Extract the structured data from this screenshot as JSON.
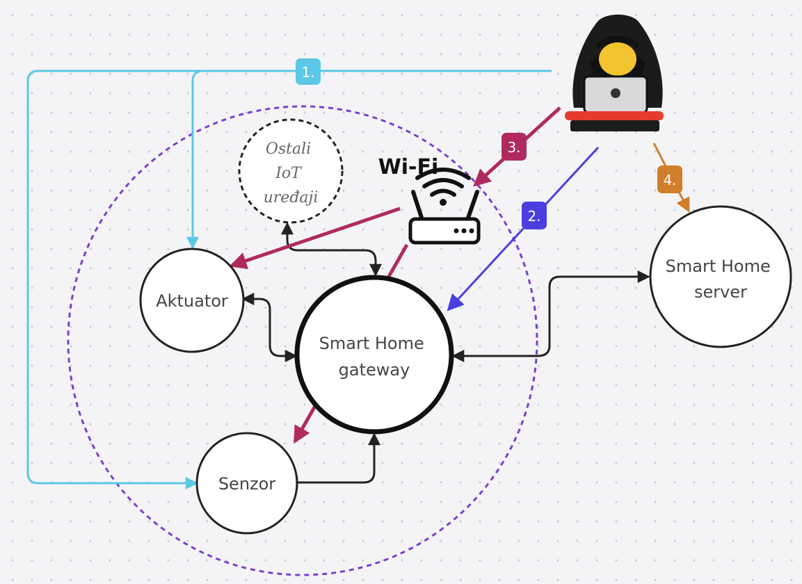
{
  "nodes": {
    "ostali": [
      "Ostali",
      "IoT",
      "uređaji"
    ],
    "aktuator": "Aktuator",
    "gateway": [
      "Smart Home",
      "gateway"
    ],
    "senzor": "Senzor",
    "server": [
      "Smart Home",
      "server"
    ]
  },
  "wifi_label": "Wi-Fi",
  "steps": [
    {
      "label": "1.",
      "color": "#5ac8e6"
    },
    {
      "label": "2.",
      "color": "#4b3ee0"
    },
    {
      "label": "3.",
      "color": "#b02a5f"
    },
    {
      "label": "4.",
      "color": "#d07e2a"
    }
  ],
  "icons": {
    "attacker": "hooded-hacker-laptop-icon",
    "router": "wifi-router-icon"
  },
  "colors": {
    "network_boundary": "#7b3fd0",
    "link": "#222222"
  }
}
